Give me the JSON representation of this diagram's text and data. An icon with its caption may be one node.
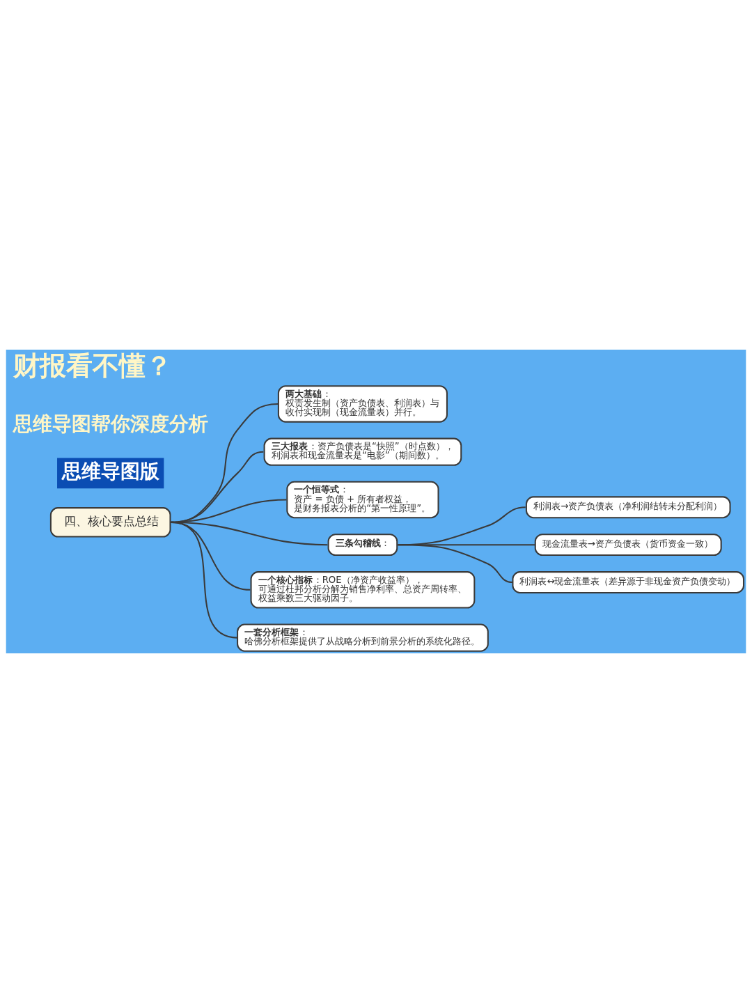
{
  "diagram": {
    "title": "财报看不懂？",
    "nodes": [
      {
        "text": [
          "四、核心要点总结"
        ]
      },
      {
        "text": [
          "**两大基础**：",
          "权责发生制（资产负债表、利润表）与收付实现制（现金流量表）并行。"
        ]
      },
      {
        "text": [
          "**三大报表**：资产负债表是“快照”（时点数），利润表和现金流量表是“电影”（期间数）。"
        ]
      },
      {
        "text": [
          "**一个恒等式**：",
          "资产 = 负债 + 所有者权益，是财务报表分析的“第一性原理”。"
        ]
      },
      {
        "text": [
          "**三条勾稽线**："
        ]
      },
      {
        "text": [
          "利润表→资产负债表（净利润结转未分配利润）"
        ]
      },
      {
        "text": [
          "现金流量表→资产负债表（货币资金一致）"
        ]
      },
      {
        "text": [
          "利润表↔现金流量表（差异源于非现金资产负债变动）"
        ]
      },
      {
        "text": [
          "**一个核心指标**：ROE（净资产收益率），可通过杜邦分析分解为销售净利率、总资产周转率、权益乘数三大驱动因子。"
        ]
      },
      {
        "text": [
          "**一套分析框架**：",
          "哈佛分析框架提供了从战略分析到前景分析的系统化路径。"
        ]
      }
    ],
    "edges": [
      {
        "from": 0,
        "to": 1,
        "arrow": "none"
      },
      {
        "from": 0,
        "to": 2,
        "arrow": "none"
      },
      {
        "from": 0,
        "to": 3,
        "arrow": "none"
      },
      {
        "from": 0,
        "to": 4,
        "arrow": "none"
      },
      {
        "from": 4,
        "to": 5,
        "arrow": "none"
      },
      {
        "from": 4,
        "to": 6,
        "arrow": "none"
      },
      {
        "from": 4,
        "to": 7,
        "arrow": "none"
      },
      {
        "from": 0,
        "to": 8,
        "arrow": "none"
      },
      {
        "from": 0,
        "to": 9,
        "arrow": "none"
      }
    ],
    "labels": [
      "思维导图帮你深度分析",
      "思维导图版"
    ]
  }
}
